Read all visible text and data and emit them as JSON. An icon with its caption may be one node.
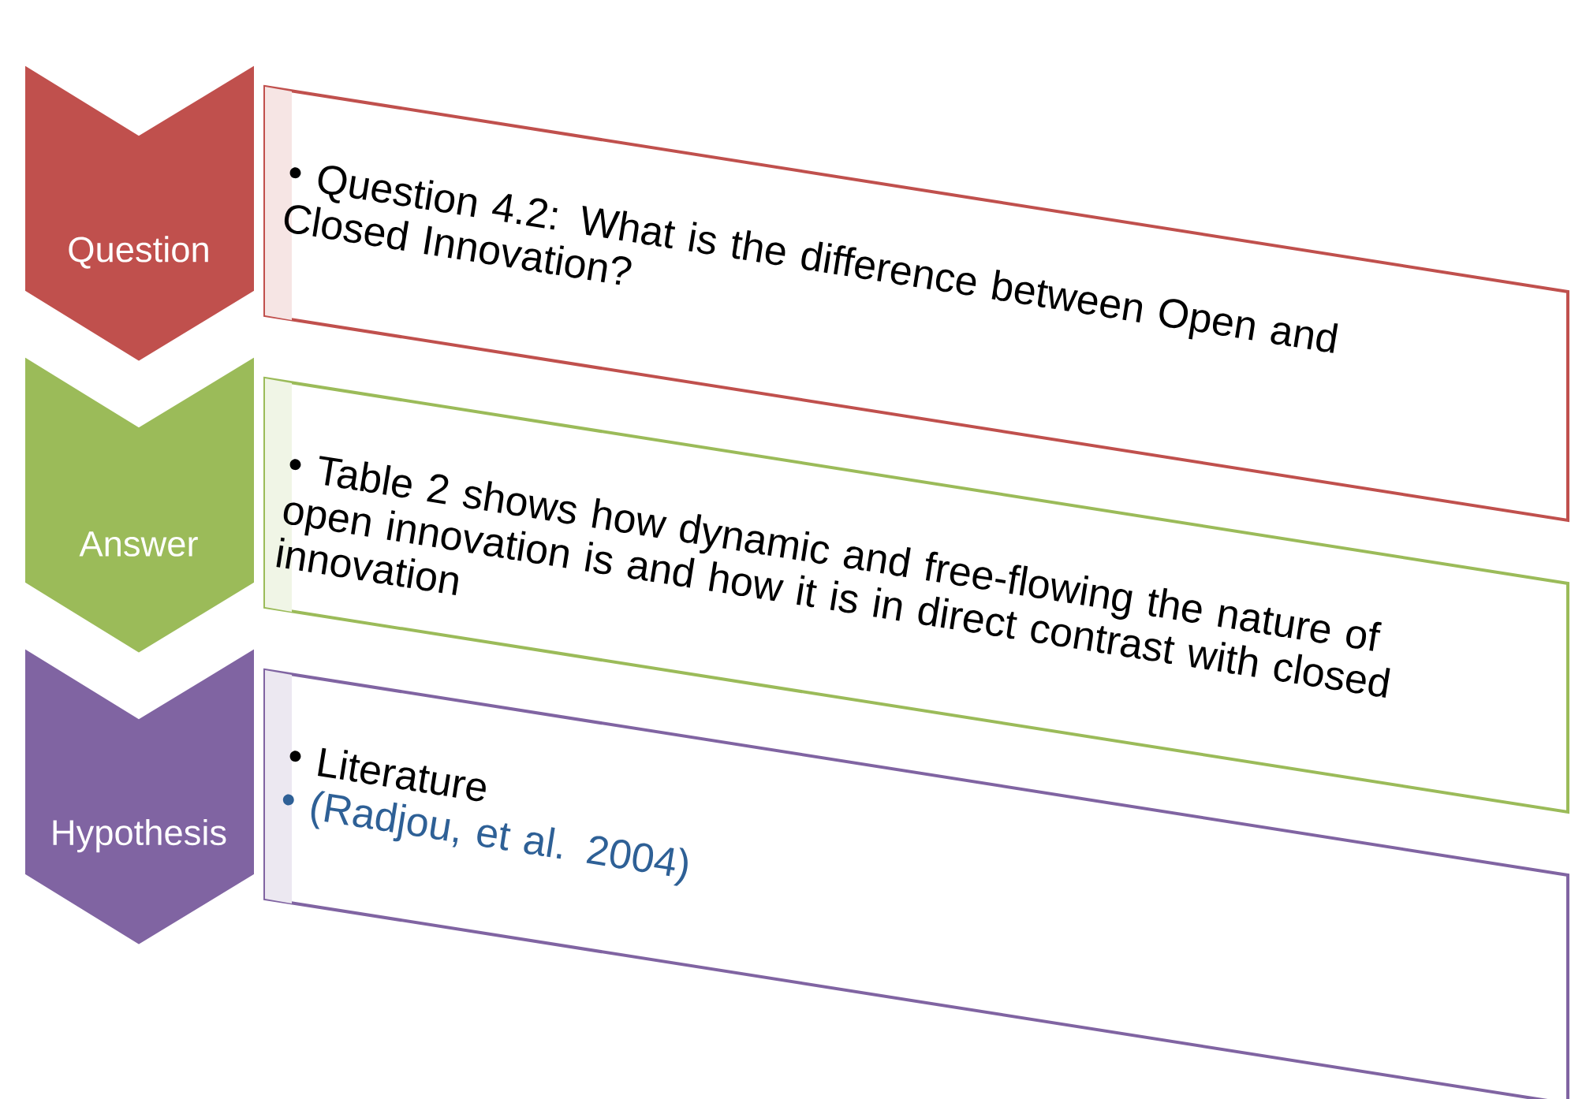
{
  "diagram": {
    "nodes": [
      {
        "text": [
          "Question"
        ]
      },
      {
        "text": [
          "Question 4.2: What is the difference between Open and Closed Innovation?"
        ]
      },
      {
        "text": [
          "Answer"
        ]
      },
      {
        "text": [
          "Table 2 shows how dynamic and free-flowing the nature of open innovation is and how it is in direct contrast with closed innovation"
        ]
      },
      {
        "text": [
          "Hypothesis"
        ]
      },
      {
        "text": [
          "Literature",
          "(Radjou, et al. 2004)"
        ]
      }
    ]
  }
}
